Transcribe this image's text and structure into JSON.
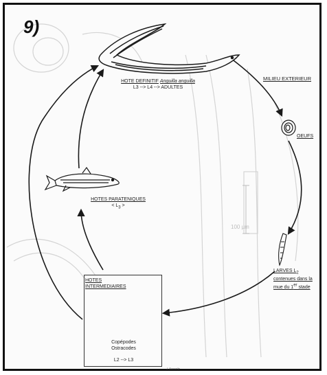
{
  "figure_label": "9)",
  "definitive_host": {
    "title_prefix": "HOTE DEFINITIF",
    "title_species": "Anguilla anguilla",
    "stages": "L3 --> L4 --> ADULTES"
  },
  "environment": {
    "title": "MILIEU EXTERIEUR"
  },
  "eggs": {
    "label": "OEUFS"
  },
  "larvae": {
    "title": "LARVES L",
    "title_sub": "2",
    "line2": "contenues dans la",
    "line3_a": "mue du 1",
    "line3_sup": "er",
    "line3_b": " stade"
  },
  "scale_bar": {
    "label": "100 µm"
  },
  "paratenic": {
    "title": "HOTES PARATENIQUES",
    "stage_prefix": "< L",
    "stage_sub": "3",
    "stage_suffix": " >"
  },
  "intermediate": {
    "title": "HOTES INTERMEDIAIRES",
    "hosts_line1": "Copépodes",
    "hosts_line2": "Ostracodes",
    "stages": "L2 --> L3"
  },
  "signature": "J. Bonnelle",
  "colors": {
    "ink": "#1a1a1a",
    "ghost": "#cfcfcf",
    "frame": "#111111"
  }
}
